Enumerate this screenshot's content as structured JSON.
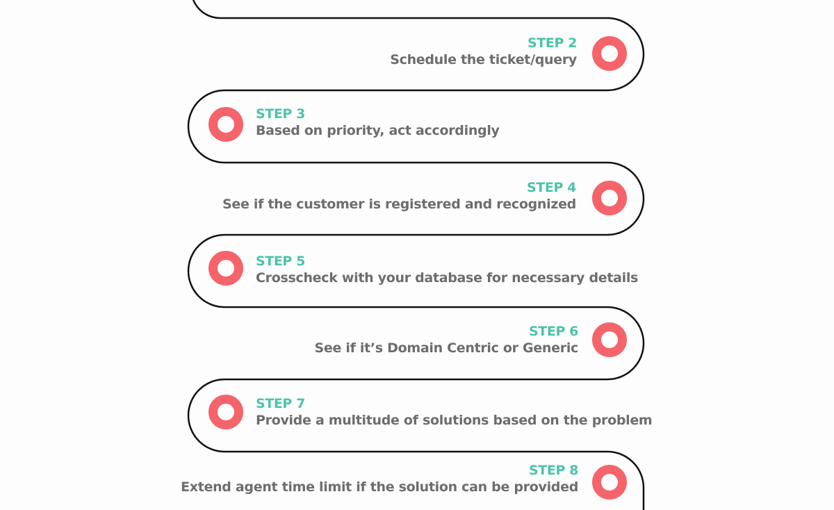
{
  "colors": {
    "accent": "#4cc3a9",
    "text": "#6d6d6d",
    "ring": "#f4646a",
    "path": "#111111"
  },
  "steps": [
    {
      "title": "STEP 2",
      "desc": "Schedule the ticket/query"
    },
    {
      "title": "STEP 3",
      "desc": "Based on priority, act accordingly"
    },
    {
      "title": "STEP 4",
      "desc": "See if the customer is registered and recognized"
    },
    {
      "title": "STEP 5",
      "desc": "Crosscheck with your database for necessary details"
    },
    {
      "title": "STEP 6",
      "desc": "See if it’s Domain Centric or Generic"
    },
    {
      "title": "STEP 7",
      "desc": "Provide a multitude of solutions based on the problem"
    },
    {
      "title": "STEP 8",
      "desc": "Extend agent time limit if the solution can be provided"
    }
  ]
}
